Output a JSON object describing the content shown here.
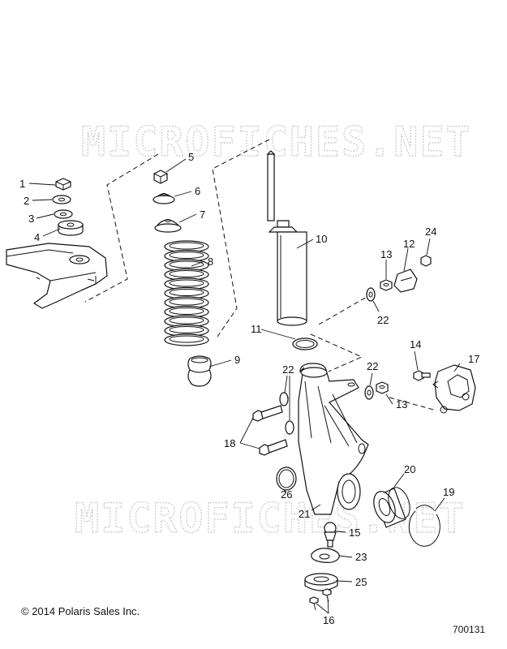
{
  "watermark": "MICROFICHES.NET",
  "copyright": "© 2014 Polaris Sales Inc.",
  "drawing_number": "700131",
  "callouts": {
    "c1": "1",
    "c2": "2",
    "c3": "3",
    "c4": "4",
    "c5": "5",
    "c6": "6",
    "c7": "7",
    "c8": "8",
    "c9": "9",
    "c10": "10",
    "c11": "11",
    "c12": "12",
    "c13a": "13",
    "c13b": "13",
    "c14": "14",
    "c15": "15",
    "c16": "16",
    "c17": "17",
    "c18": "18",
    "c19": "19",
    "c20": "20",
    "c21": "21",
    "c22a": "22",
    "c22b": "22",
    "c22c": "22",
    "c23": "23",
    "c24": "24",
    "c25": "25",
    "c26": "26"
  }
}
